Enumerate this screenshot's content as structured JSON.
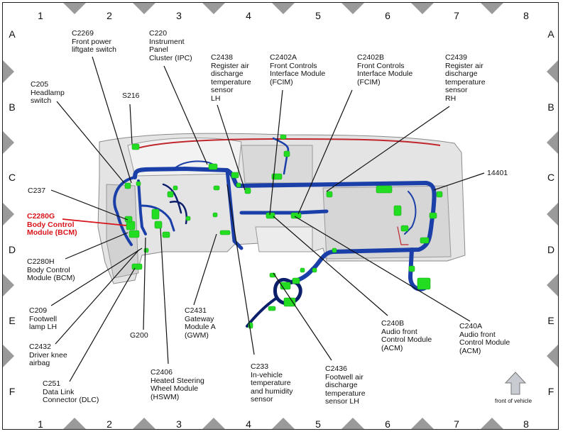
{
  "grid": {
    "columns": [
      "1",
      "2",
      "3",
      "4",
      "5",
      "6",
      "7",
      "8"
    ],
    "rows": [
      "A",
      "B",
      "C",
      "D",
      "E",
      "F"
    ]
  },
  "colors": {
    "harness_main": "#1a3fa8",
    "harness_dark": "#0c1f6b",
    "connector": "#22dd22",
    "highlight": "#d8141a",
    "marker": "#9a9a9a",
    "panel": "#e6e6e6"
  },
  "callouts": [
    {
      "id": "c2269",
      "lines": [
        "C2269",
        "Front power",
        "liftgate switch"
      ],
      "highlight": false
    },
    {
      "id": "c220",
      "lines": [
        "C220",
        "Instrument",
        "Panel",
        "Cluster (IPC)"
      ],
      "highlight": false
    },
    {
      "id": "c2438",
      "lines": [
        "C2438",
        "Register air",
        "discharge",
        "temperature",
        "sensor",
        "LH"
      ],
      "highlight": false
    },
    {
      "id": "c2402a",
      "lines": [
        "C2402A",
        "Front Controls",
        "Interface Module",
        "(FCIM)"
      ],
      "highlight": false
    },
    {
      "id": "c2402b",
      "lines": [
        "C2402B",
        "Front Controls",
        "Interface Module",
        "(FCIM)"
      ],
      "highlight": false
    },
    {
      "id": "c2439",
      "lines": [
        "C2439",
        "Register air",
        "discharge",
        "temperature",
        "sensor",
        "RH"
      ],
      "highlight": false
    },
    {
      "id": "c205",
      "lines": [
        "C205",
        "Headlamp",
        "switch"
      ],
      "highlight": false
    },
    {
      "id": "s216",
      "lines": [
        "S216"
      ],
      "highlight": false
    },
    {
      "id": "p14401",
      "lines": [
        "14401"
      ],
      "highlight": false
    },
    {
      "id": "c237",
      "lines": [
        "C237"
      ],
      "highlight": false
    },
    {
      "id": "c2280g",
      "lines": [
        "C2280G",
        "Body Control",
        "Module (BCM)"
      ],
      "highlight": true
    },
    {
      "id": "c2280h",
      "lines": [
        "C2280H",
        "Body Control",
        "Module (BCM)"
      ],
      "highlight": false
    },
    {
      "id": "c209",
      "lines": [
        "C209",
        "Footwell",
        "lamp LH"
      ],
      "highlight": false
    },
    {
      "id": "c2432",
      "lines": [
        "C2432",
        "Driver knee",
        "airbag"
      ],
      "highlight": false
    },
    {
      "id": "c251",
      "lines": [
        "C251",
        "Data Link",
        "Connector (DLC)"
      ],
      "highlight": false
    },
    {
      "id": "g200",
      "lines": [
        "G200"
      ],
      "highlight": false
    },
    {
      "id": "c2406",
      "lines": [
        "C2406",
        "Heated Steering",
        "Wheel Module",
        "(HSWM)"
      ],
      "highlight": false
    },
    {
      "id": "c2431",
      "lines": [
        "C2431",
        "Gateway",
        "Module A",
        "(GWM)"
      ],
      "highlight": false
    },
    {
      "id": "c233",
      "lines": [
        "C233",
        "In-vehicle",
        "temperature",
        "and humidity",
        "sensor"
      ],
      "highlight": false
    },
    {
      "id": "c2436",
      "lines": [
        "C2436",
        "Footwell air",
        "discharge",
        "temperature",
        "sensor LH"
      ],
      "highlight": false
    },
    {
      "id": "c240b",
      "lines": [
        "C240B",
        "Audio front",
        "Control Module",
        "(ACM)"
      ],
      "highlight": false
    },
    {
      "id": "c240a",
      "lines": [
        "C240A",
        "Audio front",
        "Control Module",
        "(ACM)"
      ],
      "highlight": false
    }
  ],
  "legend": {
    "icon": "up-arrow-icon",
    "label": "front of vehicle"
  }
}
